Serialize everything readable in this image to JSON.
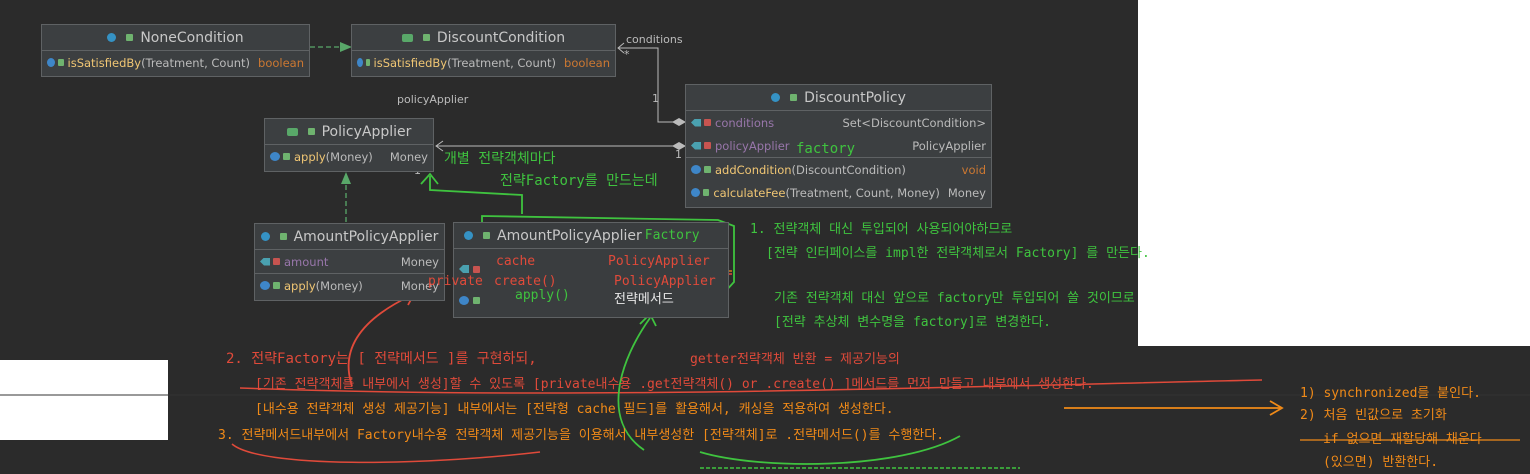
{
  "colors": {
    "background": "#2b2b2b",
    "node": "#3c3f41",
    "green": "#3fc33f",
    "red": "#e04a3a",
    "orange": "#f08a18"
  },
  "classes": {
    "none_condition": {
      "name": "NoneCondition",
      "method": "isSatisfiedBy",
      "params": "(Treatment, Count)",
      "ret": "boolean"
    },
    "discount_condition": {
      "name": "DiscountCondition",
      "method": "isSatisfiedBy",
      "params": "(Treatment, Count)",
      "ret": "boolean"
    },
    "policy_applier": {
      "name": "PolicyApplier",
      "method": "apply",
      "params": "(Money)",
      "ret": "Money"
    },
    "amount_policy_applier": {
      "name": "AmountPolicyApplier",
      "field": "amount",
      "field_type": "Money",
      "method": "apply",
      "params": "(Money)",
      "ret": "Money"
    },
    "discount_policy": {
      "name": "DiscountPolicy",
      "field1": "conditions",
      "field1_type": "Set<DiscountCondition>",
      "field2": "policyApplier",
      "field2_type": "PolicyApplier",
      "method1": "addCondition",
      "method1_params": "(DiscountCondition)",
      "method1_ret": "void",
      "method2": "calculateFee",
      "method2_params": "(Treatment, Count, Money)",
      "method2_ret": "Money"
    },
    "amount_factory": {
      "name": "AmountPolicyApplier",
      "suffix": "Factory"
    }
  },
  "edge_labels": {
    "conditions": "conditions",
    "star": "*",
    "policy_applier": "policyApplier",
    "one_a": "1",
    "one_b": "1",
    "one_c": "1"
  },
  "annotations": {
    "factory_word": "factory",
    "green_top1": "개별 전략객체마다",
    "green_top2": "전략Factory를 만드는데",
    "green_note1a": "1. 전략객체 대신 투입되어 사용되어야하므로",
    "green_note1b": "[전략 인터페이스를 impl한 전략객체로서 Factory] 를 만든다.",
    "green_note2a": "기존 전략객체 대신 앞으로 factory만 투입되어 쓸 것이므로",
    "green_note2b": "[전략 추상체 변수명을 factory]로 변경한다.",
    "factory_cache": "cache",
    "factory_cache_type": "PolicyApplier",
    "factory_private": "private",
    "factory_create": "create()",
    "factory_create_type": "PolicyApplier",
    "factory_apply": "apply()",
    "factory_apply_desc": "전략메서드",
    "red2a": "2. 전략Factory는 [ 전략메서드 ]를 구현하되,",
    "red2b": "getter전략객체 반환 = 제공기능의",
    "red2c": "[기존 전략객체를 내부에서 생성]할 수 있도록 [private내수용 .get전략객체() or .create() ]메서드를 먼저 만들고 내부에서 생성한다.",
    "orange1": "[내수용 전략객체 생성 제공기능] 내부에서는 [전략형 cache 필드]를 활용해서, 캐싱을 적용하여 생성한다.",
    "orange3": "3. 전략메서드내부에서 Factory내수용 전략객체 제공기능을 이용해서 내부생성한 [전략객체]로 .전략메서드()를 수행한다.",
    "orange_r1": "1) synchronized를 붙인다.",
    "orange_r2": "2) 처음 빈값으로 초기화",
    "orange_r3": "if 없으면 재할당해 채운다",
    "orange_r4": "(있으면) 반환한다."
  }
}
